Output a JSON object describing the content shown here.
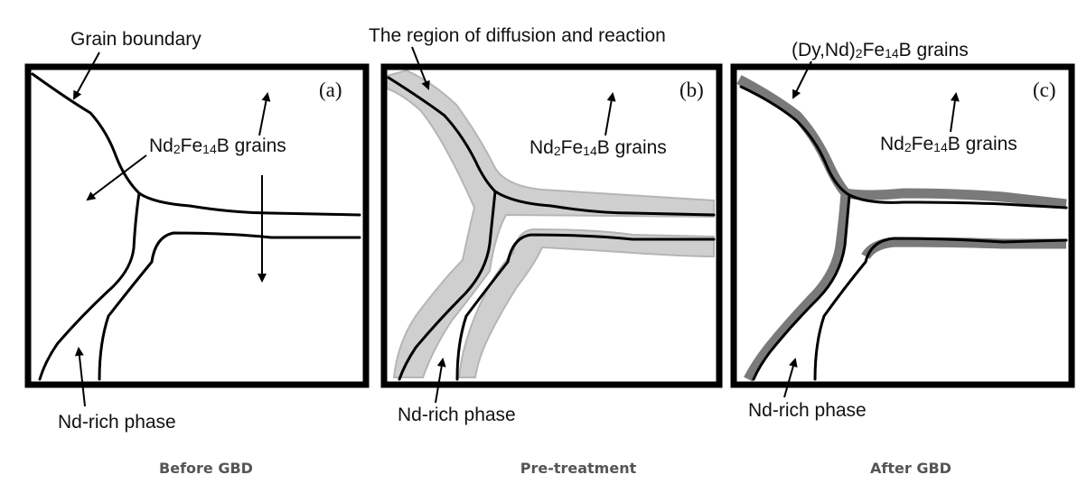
{
  "colors": {
    "diffusion_region": "#cfcfcf",
    "dy_shell": "#7a7a7a",
    "caption": "#555555"
  },
  "panels": [
    {
      "letter": "(a)",
      "caption": "Before GBD",
      "labels": {
        "grain_boundary": "Grain boundary",
        "grains_main": "Nd",
        "grains_sub2": "2",
        "grains_mid": "Fe",
        "grains_sub14": "14",
        "grains_end": "B grains",
        "nd_rich": "Nd-rich phase"
      }
    },
    {
      "letter": "(b)",
      "caption": "Pre-treatment",
      "labels": {
        "region": "The region of diffusion and reaction",
        "grains_main": "Nd",
        "grains_sub2": "2",
        "grains_mid": "Fe",
        "grains_sub14": "14",
        "grains_end": "B grains",
        "nd_rich": "Nd-rich phase"
      }
    },
    {
      "letter": "(c)",
      "caption": "After GBD",
      "labels": {
        "dy_main": "(Dy,Nd)",
        "dy_sub2": "2",
        "dy_mid": "Fe",
        "dy_sub14": "14",
        "dy_end": "B grains",
        "grains_main": "Nd",
        "grains_sub2": "2",
        "grains_mid": "Fe",
        "grains_sub14": "14",
        "grains_end": "B grains",
        "nd_rich": "Nd-rich phase"
      }
    }
  ]
}
